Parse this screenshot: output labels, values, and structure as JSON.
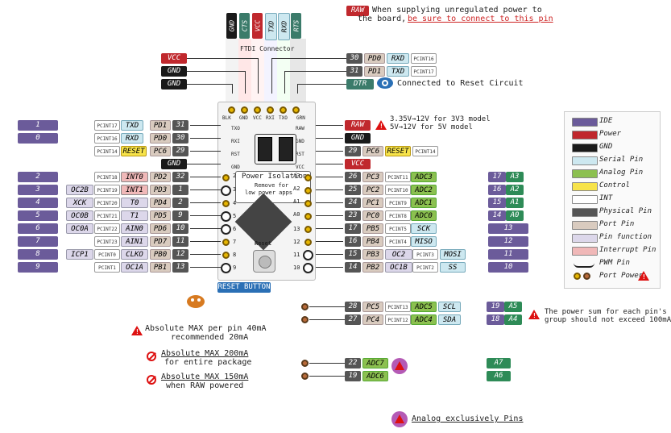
{
  "header": {
    "raw_badge": "RAW",
    "raw_note_1": "When supplying unregulated power to",
    "raw_note_2a": "the board, ",
    "raw_note_2b": "be sure to connect to this pin"
  },
  "ftdi": {
    "tabs": [
      "GND",
      "CTS",
      "VCC",
      "TXD",
      "RXD",
      "RTS"
    ],
    "title": "FTDI Connector",
    "left_labels": [
      "VCC",
      "GND",
      "GND"
    ],
    "right_rows": [
      {
        "num": "30",
        "port": "PD0",
        "serial": "RXD",
        "pcint": "PCINT16"
      },
      {
        "num": "31",
        "port": "PD1",
        "serial": "TXD",
        "pcint": "PCINT17"
      }
    ],
    "dtr": "DTR",
    "dtr_note": "Connected to Reset Circuit"
  },
  "board": {
    "top_pins": [
      "BLK",
      "GND",
      "VCC",
      "RXI",
      "TXO",
      "GRN"
    ],
    "power_iso_title": "Power Isolation",
    "power_iso_sub1": "Remove for",
    "power_iso_sub2": "low power apps",
    "reset_label": "Reset",
    "reset_button": "RESET BUTTON",
    "left_pin_nums": [
      "2",
      "3",
      "4",
      "5",
      "6",
      "7",
      "8",
      "9"
    ],
    "right_pin_nums": [
      "10",
      "11",
      "12",
      "13",
      "A0",
      "A1",
      "A2",
      "A3"
    ],
    "inner_left": [
      "TXO",
      "RXI",
      "RST",
      "GND"
    ],
    "inner_right": [
      "RAW",
      "GND",
      "RST",
      "VCC"
    ]
  },
  "left_rows": [
    {
      "ide": "1",
      "pcint": "PCINT17",
      "serial": "TXD",
      "port": "PD1",
      "phys": "31"
    },
    {
      "ide": "0",
      "pcint": "PCINT16",
      "serial": "RXD",
      "port": "PD0",
      "phys": "30"
    },
    {
      "ide": "",
      "pcint": "PCINT14",
      "control": "RESET",
      "port": "PC6",
      "phys": "29"
    },
    {
      "ide": "",
      "power": "GND"
    },
    {
      "ide": "2",
      "pcint": "PCINT18",
      "int": "INT0",
      "port": "PD2",
      "phys": "32"
    },
    {
      "ide": "3",
      "func": "OC2B",
      "pcint": "PCINT19",
      "int": "INT1",
      "port": "PD3",
      "phys": "1"
    },
    {
      "ide": "4",
      "func": "XCK",
      "pcint": "PCINT20",
      "func2": "T0",
      "port": "PD4",
      "phys": "2"
    },
    {
      "ide": "5",
      "func": "OC0B",
      "pcint": "PCINT21",
      "func2": "T1",
      "port": "PD5",
      "phys": "9"
    },
    {
      "ide": "6",
      "func": "OC0A",
      "pcint": "PCINT22",
      "func2": "AIN0",
      "port": "PD6",
      "phys": "10"
    },
    {
      "ide": "7",
      "pcint": "PCINT23",
      "func2": "AIN1",
      "port": "PD7",
      "phys": "11"
    },
    {
      "ide": "8",
      "func": "ICP1",
      "pcint": "PCINT0",
      "func2": "CLKO",
      "port": "PB0",
      "phys": "12"
    },
    {
      "ide": "9",
      "pcint": "PCINT1",
      "func2": "OC1A",
      "port": "PB1",
      "phys": "13"
    }
  ],
  "right_rows": [
    {
      "power": "RAW",
      "note1": "3.35V→12V for 3V3 model",
      "note2": "5V→12V for  5V model"
    },
    {
      "power": "GND"
    },
    {
      "phys": "29",
      "port": "PC6",
      "control": "RESET",
      "pcint": "PCINT14"
    },
    {
      "power": "VCC"
    },
    {
      "phys": "26",
      "port": "PC3",
      "pcint": "PCINT11",
      "analog": "ADC3",
      "ide": "17",
      "side": "A3"
    },
    {
      "phys": "25",
      "port": "PC2",
      "pcint": "PCINT10",
      "analog": "ADC2",
      "ide": "16",
      "side": "A2"
    },
    {
      "phys": "24",
      "port": "PC1",
      "pcint": "PCINT9",
      "analog": "ADC1",
      "ide": "15",
      "side": "A1"
    },
    {
      "phys": "23",
      "port": "PC0",
      "pcint": "PCINT8",
      "analog": "ADC0",
      "ide": "14",
      "side": "A0"
    },
    {
      "phys": "17",
      "port": "PB5",
      "pcint": "PCINT5",
      "serial": "SCK",
      "ide": "13"
    },
    {
      "phys": "16",
      "port": "PB4",
      "pcint": "PCINT4",
      "serial": "MISO",
      "ide": "12"
    },
    {
      "phys": "15",
      "port": "PB3",
      "func": "OC2",
      "pcint": "PCINT3",
      "serial": "MOSI",
      "ide": "11"
    },
    {
      "phys": "14",
      "port": "PB2",
      "func": "OC1B",
      "pcint": "PCINT2",
      "serial": "SS",
      "ide": "10"
    }
  ],
  "bottom_rows": [
    {
      "phys": "28",
      "port": "PC5",
      "pcint": "PCINT13",
      "analog": "ADC5",
      "serial": "SCL",
      "ide": "19",
      "side": "A5"
    },
    {
      "phys": "27",
      "port": "PC4",
      "pcint": "PCINT12",
      "analog": "ADC4",
      "serial": "SDA",
      "ide": "18",
      "side": "A4"
    },
    {
      "phys": "22",
      "analog": "ADC7",
      "side": "A7"
    },
    {
      "phys": "19",
      "analog": "ADC6",
      "side": "A6"
    }
  ],
  "notes": {
    "max_pin_1": "Absolute MAX per pin 40mA",
    "max_pin_2": "recommended 20mA",
    "max_pkg_1": "Absolute MAX 200mA",
    "max_pkg_2": "for entire package",
    "max_raw_1": "Absolute MAX 150mA",
    "max_raw_2": "when RAW powered",
    "power_sum_1": "The power sum for each pin's",
    "power_sum_2": "group should not exceed 100mA",
    "analog_only": "Analog exclusively Pins"
  },
  "legend": [
    {
      "label": "IDE",
      "color": "#6b5b9a"
    },
    {
      "label": "Power",
      "color": "#c0282d"
    },
    {
      "label": "GND",
      "color": "#1a1a1a"
    },
    {
      "label": "Serial Pin",
      "color": "#cde8f0"
    },
    {
      "label": "Analog Pin",
      "color": "#8cc050"
    },
    {
      "label": "Control",
      "color": "#f7e34a"
    },
    {
      "label": "INT",
      "color": "#ffffff"
    },
    {
      "label": "Physical Pin",
      "color": "#555555"
    },
    {
      "label": "Port Pin",
      "color": "#d9cbbf"
    },
    {
      "label": "Pin function",
      "color": "#dcd7ea"
    },
    {
      "label": "Interrupt Pin",
      "color": "#f0b8b8"
    },
    {
      "label": "PWM Pin",
      "color": ""
    },
    {
      "label": "Port Power",
      "color": ""
    }
  ]
}
